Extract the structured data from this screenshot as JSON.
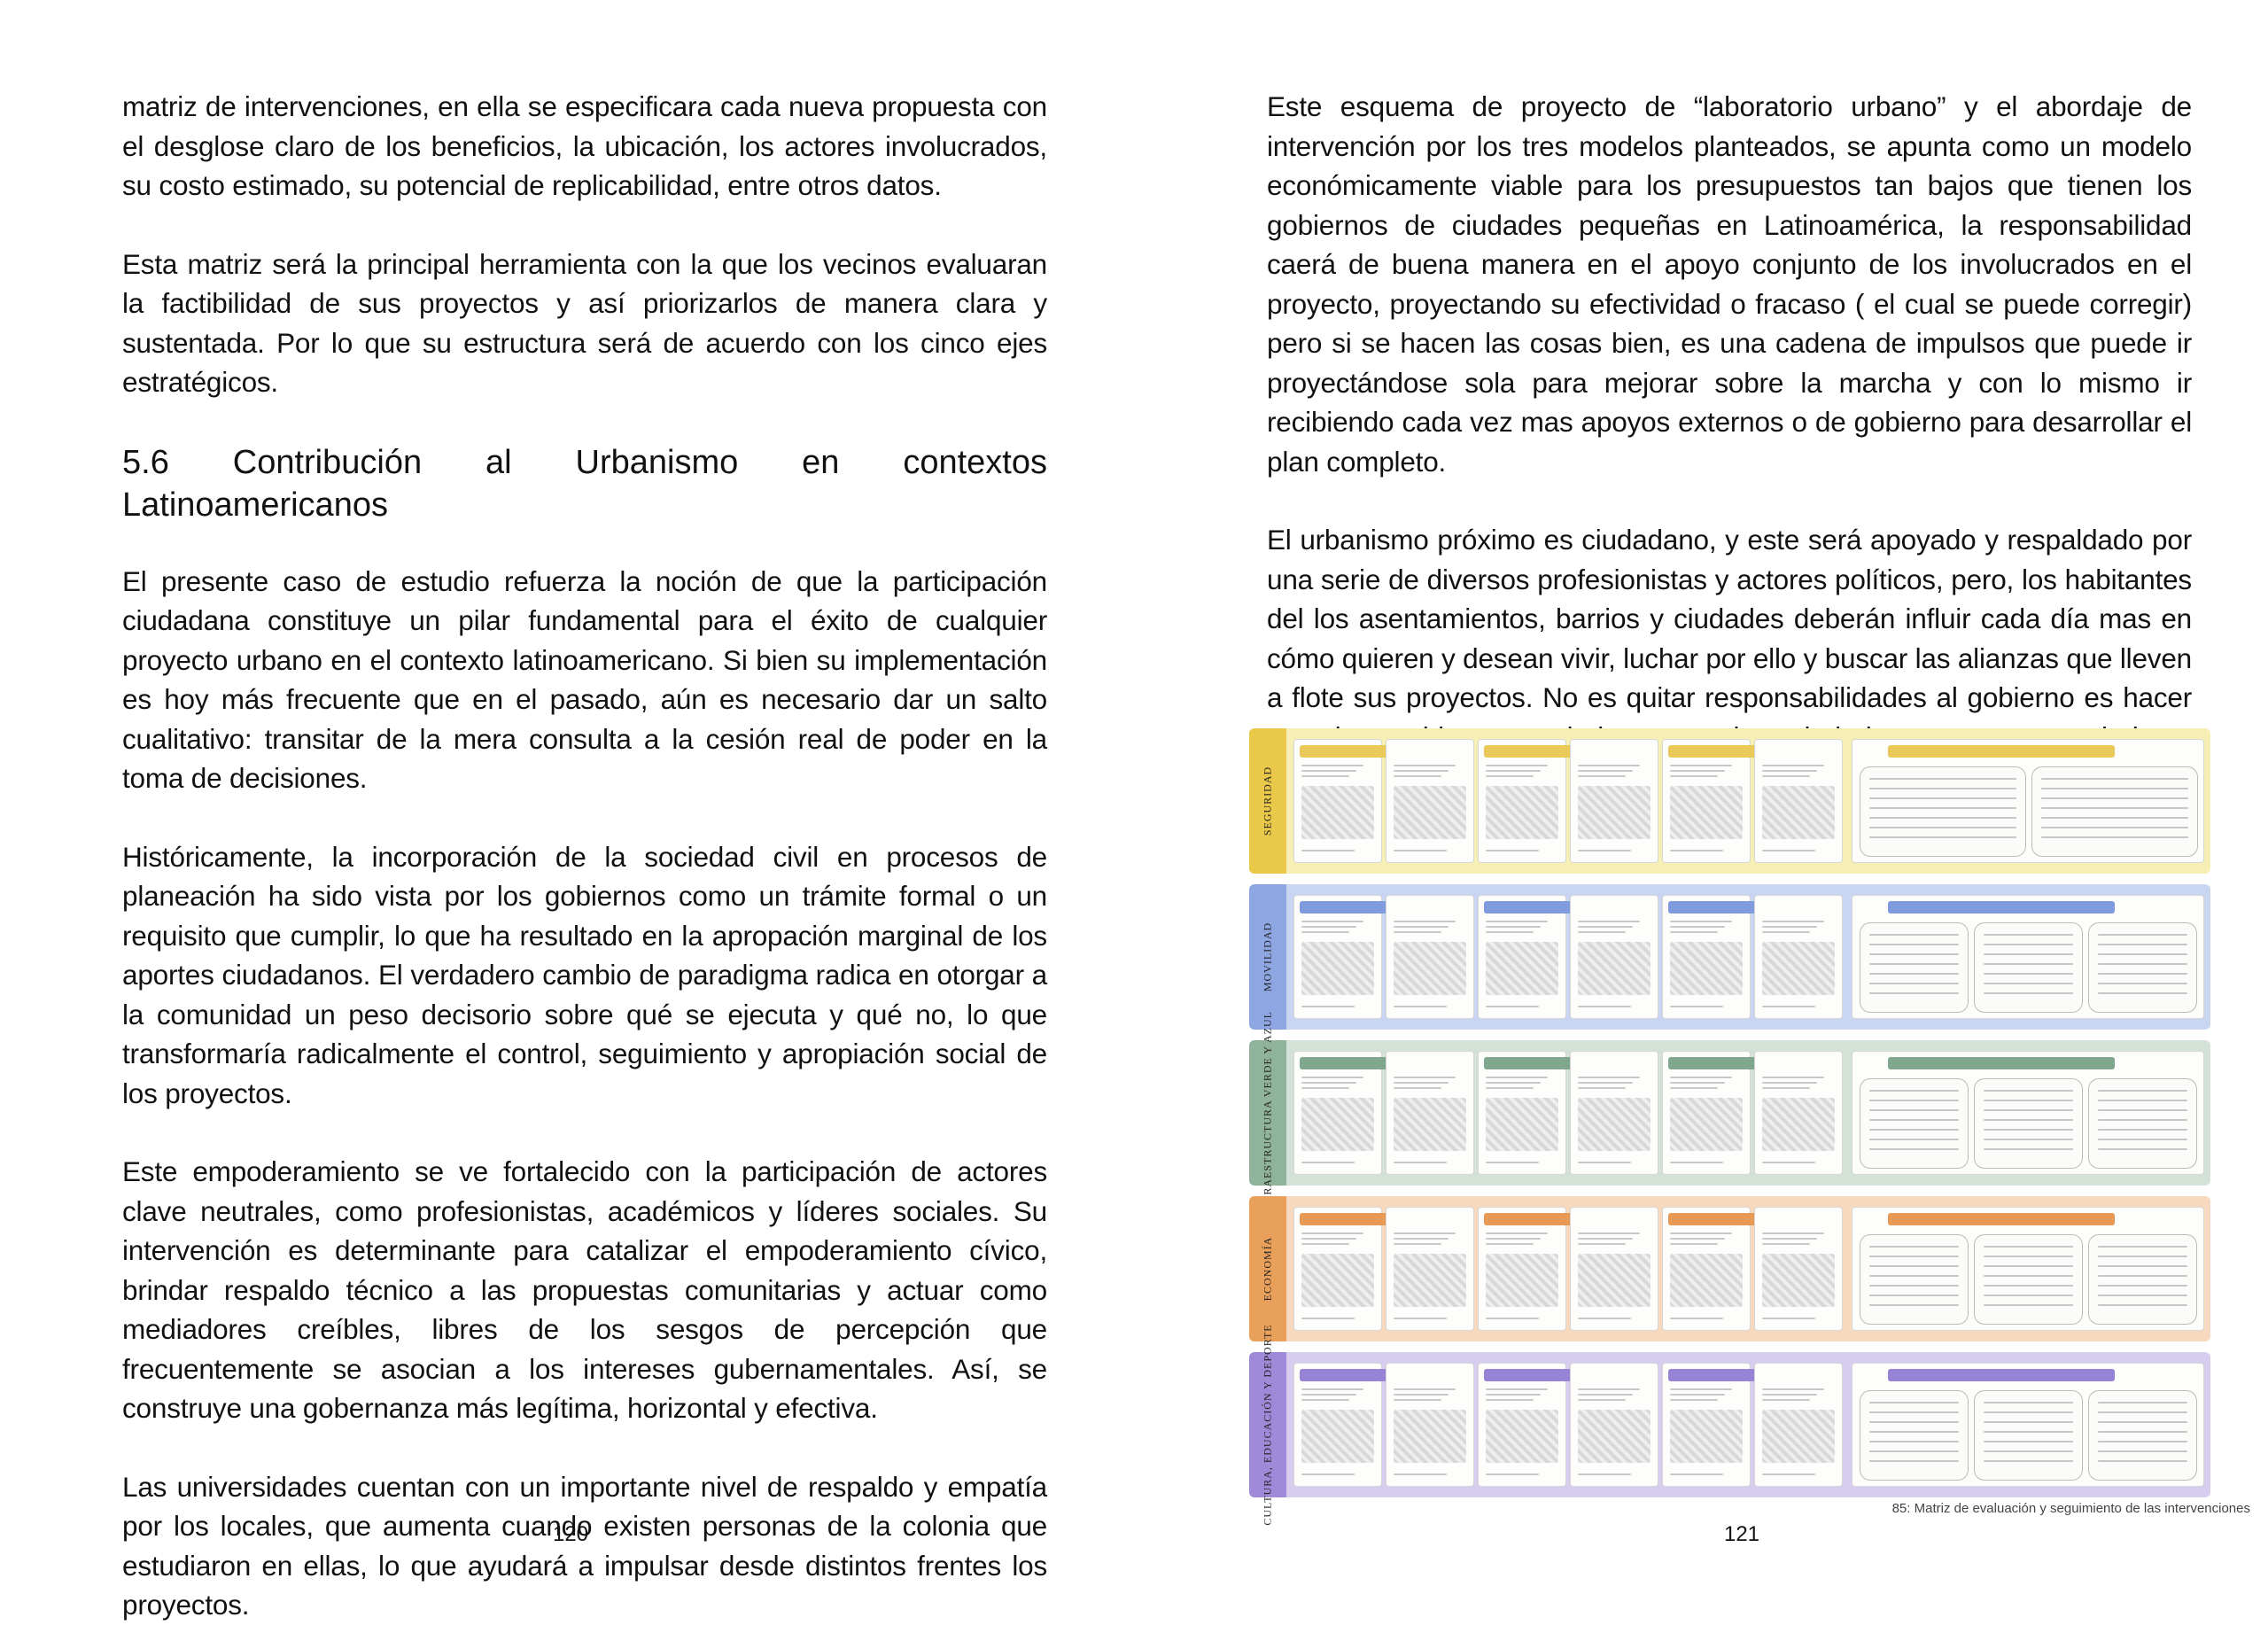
{
  "left_page": {
    "p1": "matriz de intervenciones, en ella se especificara cada nueva propuesta con el desglose claro de los beneficios, la ubicación, los actores involucrados, su costo estimado, su potencial de replicabilidad, entre otros datos.",
    "p2": "Esta matriz será la principal herramienta con la que los vecinos evaluaran la factibilidad de sus proyectos y así priorizarlos de manera clara y sustentada. Por lo que su estructura será de acuerdo con los cinco ejes estratégicos.",
    "heading": "5.6 Contribución al Urbanismo en contextos Latinoamericanos",
    "p3": "El presente caso de estudio refuerza la noción de que la participación ciudadana constituye un pilar fundamental para el éxito de cualquier proyecto urbano en el contexto latinoamericano. Si bien su implementación es hoy más frecuente que en el pasado, aún es necesario dar un salto cualitativo: transitar de la mera consulta a la cesión real de poder en la toma de decisiones.",
    "p4": "Históricamente, la incorporación de la sociedad civil en procesos de planeación ha sido vista por los gobiernos como un trámite formal o un requisito que cumplir, lo que ha resultado en la apropación marginal de los aportes ciudadanos. El verdadero cambio de paradigma radica en otorgar a la comunidad un peso decisorio sobre qué se ejecuta y qué no, lo que transformaría radicalmente el control, seguimiento y apropiación social de los proyectos.",
    "p5": "Este empoderamiento se ve fortalecido con la participación de actores clave neutrales, como profesionistas, académicos y líderes sociales. Su intervención es determinante para catalizar el empoderamiento cívico, brindar respaldo técnico a las propuestas comunitarias y actuar como mediadores creíbles, libres de los sesgos de percepción que frecuentemente se asocian a los intereses gubernamentales. Así, se construye una gobernanza más legítima, horizontal y efectiva.",
    "p6": "Las universidades cuentan con un importante nivel de respaldo y empatía por los locales, que aumenta cuando existen personas de la colonia que estudiaron en ellas, lo que ayudará a impulsar desde distintos frentes los proyectos.",
    "page_number": "120"
  },
  "right_page": {
    "p1": "Este esquema de proyecto de “laboratorio urbano” y el abordaje de intervención por los tres modelos planteados, se apunta como un modelo económicamente viable para los presupuestos tan bajos que tienen los gobiernos de ciudades pequeñas en Latinoamérica, la responsabilidad caerá de buena manera en el apoyo conjunto de los involucrados en el proyecto, proyectando su efectividad o fracaso ( el cual se puede corregir) pero si se hacen las cosas bien, es una cadena de impulsos que puede ir proyectándose sola para mejorar sobre la marcha y con lo mismo ir recibiendo cada vez mas apoyos externos o de gobierno para desarrollar el plan completo.",
    "p2": "El urbanismo próximo es ciudadano, y este será apoyado y respaldado por una serie de diversos profesionistas y actores políticos, pero, los habitantes del los asentamientos, barrios y ciudades deberán influir cada día mas en cómo quieren y desean vivir, luchar por ello y buscar las alianzas que lleven a flote sus proyectos. No es quitar responsabilidades al gobierno es hacer que los gobiernos trabajen para los ciudadanos y sus verdaderas necesidades.",
    "caption": "85: Matriz de evaluación y seguimiento de las intervenciones",
    "page_number": "121"
  },
  "figure": {
    "bands": [
      {
        "label": "SEGURIDAD",
        "bg": "#f6eeb4",
        "side": "#e9c84a",
        "hdr": "#e8c95a"
      },
      {
        "label": "MOVILIDAD",
        "bg": "#c9d6f2",
        "side": "#8ea6e2",
        "hdr": "#7f9be0"
      },
      {
        "label": "INFRAESTRUCTURA VERDE Y AZUL",
        "bg": "#d3e1d6",
        "side": "#8fb39b",
        "hdr": "#7fa78c"
      },
      {
        "label": "ECONOMÍA",
        "bg": "#f6d9be",
        "side": "#e9a05a",
        "hdr": "#e89a55"
      },
      {
        "label": "CULTURA, EDUCACIÓN Y DEPORTE",
        "bg": "#d6cdef",
        "side": "#9e8ad8",
        "hdr": "#9683d6"
      }
    ]
  }
}
